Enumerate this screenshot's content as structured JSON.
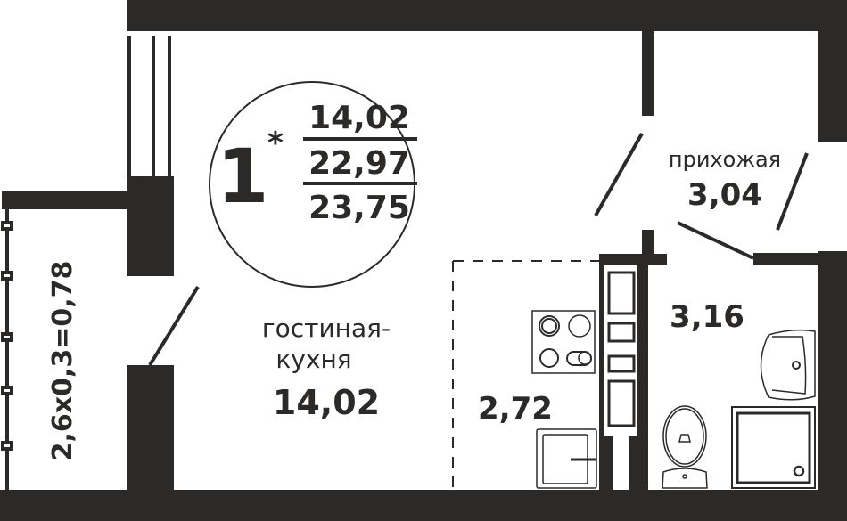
{
  "colors": {
    "wall": "#2b2a29",
    "background": "#ffffff"
  },
  "badge": {
    "rooms": "1",
    "marker": "*",
    "living_area": "14,02",
    "total_area": "22,97",
    "total_with_balcony": "23,75"
  },
  "rooms": {
    "living_kitchen": {
      "name_line1": "гостиная-",
      "name_line2": "кухня",
      "area": "14,02"
    },
    "hallway": {
      "name": "прихожая",
      "area": "3,04"
    },
    "bathroom": {
      "area": "3,16"
    },
    "kitchen_zone": {
      "area": "2,72"
    },
    "balcony": {
      "area": "2,6x0,3=0,78"
    }
  }
}
